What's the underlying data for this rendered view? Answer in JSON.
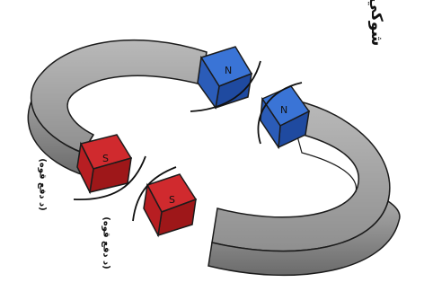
{
  "image": {
    "subject": "two-horseshoe-magnets",
    "colors": {
      "north_pole": "#2f64c4",
      "south_pole": "#c51f24",
      "body": "#9c9c9c",
      "outline": "#1b1b1b"
    }
  },
  "labels": {
    "top_right": "شوكي",
    "left_force": "(د دفع قوه)",
    "bottom_force": "(د دفع قوه)"
  },
  "poles": {
    "upper_magnet_north": "N",
    "upper_magnet_south": "S",
    "lower_magnet_north": "N",
    "lower_magnet_south": "S"
  }
}
